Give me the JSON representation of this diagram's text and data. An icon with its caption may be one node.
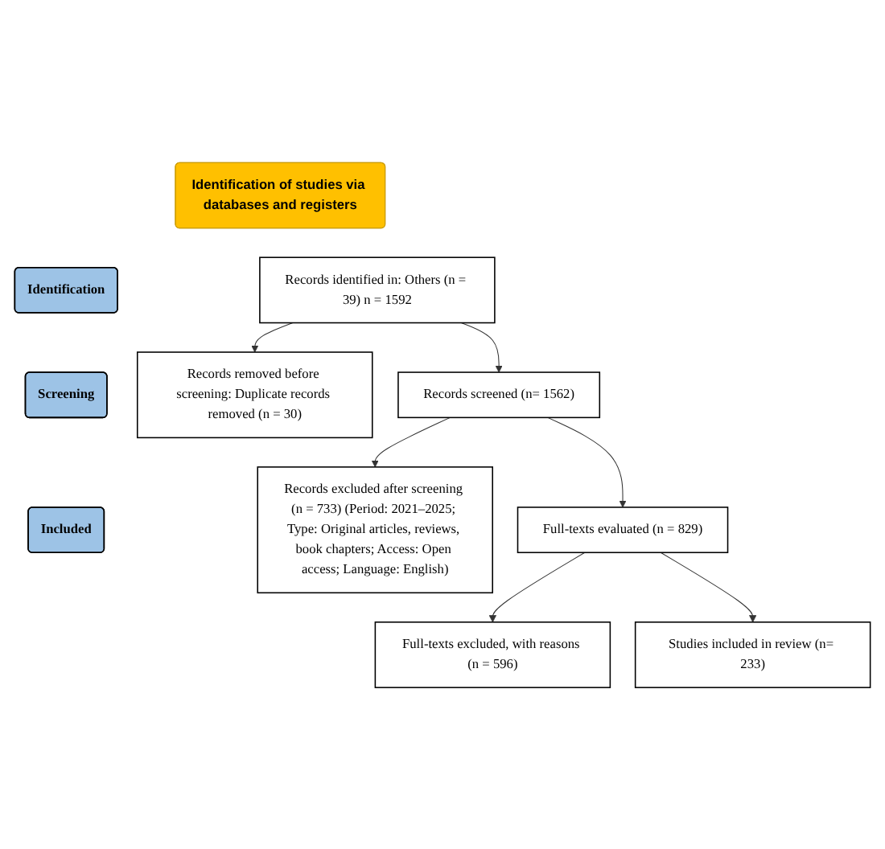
{
  "diagram": {
    "nodes": [
      {
        "text": [
          "Identification of studies via databases and registers"
        ]
      },
      {
        "text": [
          "Identification"
        ]
      },
      {
        "text": [
          "Screening"
        ]
      },
      {
        "text": [
          "Included"
        ]
      },
      {
        "text": [
          "Records identified in: Others (n = 39) n = 1592"
        ]
      },
      {
        "text": [
          "Records removed before screening: Duplicate records removed (n = 30)"
        ]
      },
      {
        "text": [
          "Records screened (n= 1562)"
        ]
      },
      {
        "text": [
          "Records excluded after screening (n = 733) (Period: 2021–2025; Type: Original articles, reviews, book chapters; Access: Open access; Language: English)"
        ]
      },
      {
        "text": [
          "Full-texts evaluated (n = 829)"
        ]
      },
      {
        "text": [
          "Full-texts excluded, with reasons (n = 596)"
        ]
      },
      {
        "text": [
          "Studies included in review (n= 233)"
        ]
      }
    ],
    "edges": [
      {
        "from": 4,
        "to": 5,
        "arrow": "to"
      },
      {
        "from": 4,
        "to": 6,
        "arrow": "to"
      },
      {
        "from": 6,
        "to": 7,
        "arrow": "to"
      },
      {
        "from": 6,
        "to": 8,
        "arrow": "to"
      },
      {
        "from": 8,
        "to": 9,
        "arrow": "to"
      },
      {
        "from": 8,
        "to": 10,
        "arrow": "to"
      }
    ]
  }
}
